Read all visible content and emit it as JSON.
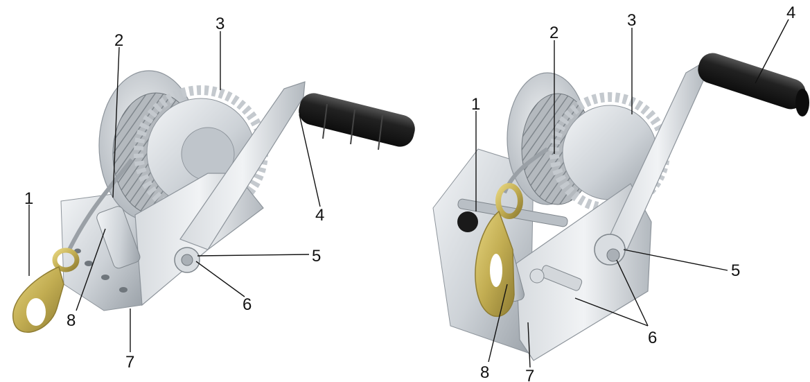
{
  "labels": {
    "n1": "1",
    "n2": "2",
    "n3": "3",
    "n4": "4",
    "n5": "5",
    "n6": "6",
    "n7": "7",
    "n8": "8"
  },
  "colors": {
    "zinc_light": "#e9ecef",
    "zinc_mid": "#c4c9ce",
    "zinc_dark": "#8d949b",
    "cable": "#a9aeb3",
    "handle": "#1c1c1c",
    "hook": "#c9b458",
    "hook_dark": "#9c8a3a",
    "leader": "#111111"
  }
}
